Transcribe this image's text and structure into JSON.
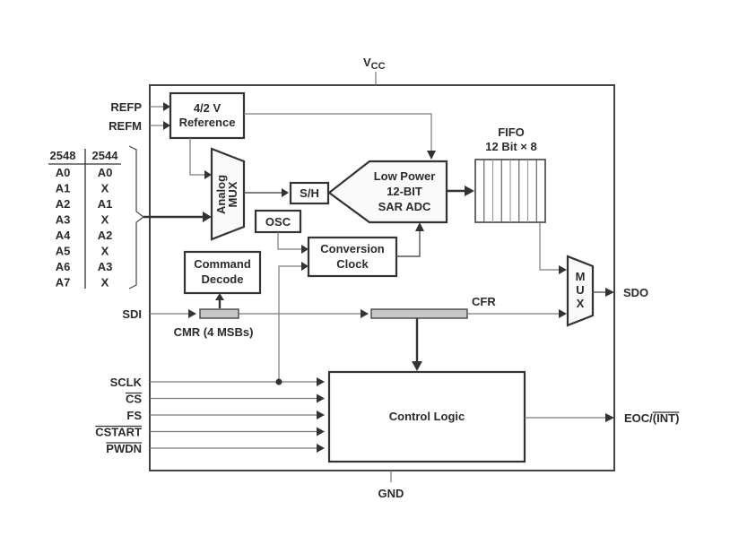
{
  "diagram": {
    "title": "Functional Block Diagram",
    "supply": {
      "vcc": "V",
      "vcc_sub": "CC",
      "gnd": "GND"
    },
    "ref_inputs": [
      "REFP",
      "REFM"
    ],
    "channel_table": {
      "headers": [
        "2548",
        "2544"
      ],
      "rows": [
        [
          "A0",
          "A0"
        ],
        [
          "A1",
          "X"
        ],
        [
          "A2",
          "A1"
        ],
        [
          "A3",
          "X"
        ],
        [
          "A4",
          "A2"
        ],
        [
          "A5",
          "X"
        ],
        [
          "A6",
          "A3"
        ],
        [
          "A7",
          "X"
        ]
      ]
    },
    "blocks": {
      "reference": [
        "4/2 V",
        "Reference"
      ],
      "analog_mux": [
        "Analog",
        "MUX"
      ],
      "sample_hold": "S/H",
      "adc": [
        "Low Power",
        "12-BIT",
        "SAR ADC"
      ],
      "fifo_title": [
        "FIFO",
        "12 Bit × 8"
      ],
      "fifo_cells": 8,
      "osc": "OSC",
      "conversion_clock": [
        "Conversion",
        "Clock"
      ],
      "command_decode": [
        "Command",
        "Decode"
      ],
      "cmr": "CMR (4 MSBs)",
      "cfr": "CFR",
      "output_mux": [
        "M",
        "U",
        "X"
      ],
      "control_logic": "Control Logic"
    },
    "serial_inputs": {
      "sdi": "SDI",
      "control": [
        {
          "label": "SCLK",
          "active_low": false
        },
        {
          "label": "CS",
          "active_low": true
        },
        {
          "label": "FS",
          "active_low": false
        },
        {
          "label": "CSTART",
          "active_low": true
        },
        {
          "label": "PWDN",
          "active_low": true
        }
      ]
    },
    "outputs": {
      "sdo": "SDO",
      "eoc_prefix": "EOC/",
      "eoc_overbar": "(INT)"
    }
  }
}
